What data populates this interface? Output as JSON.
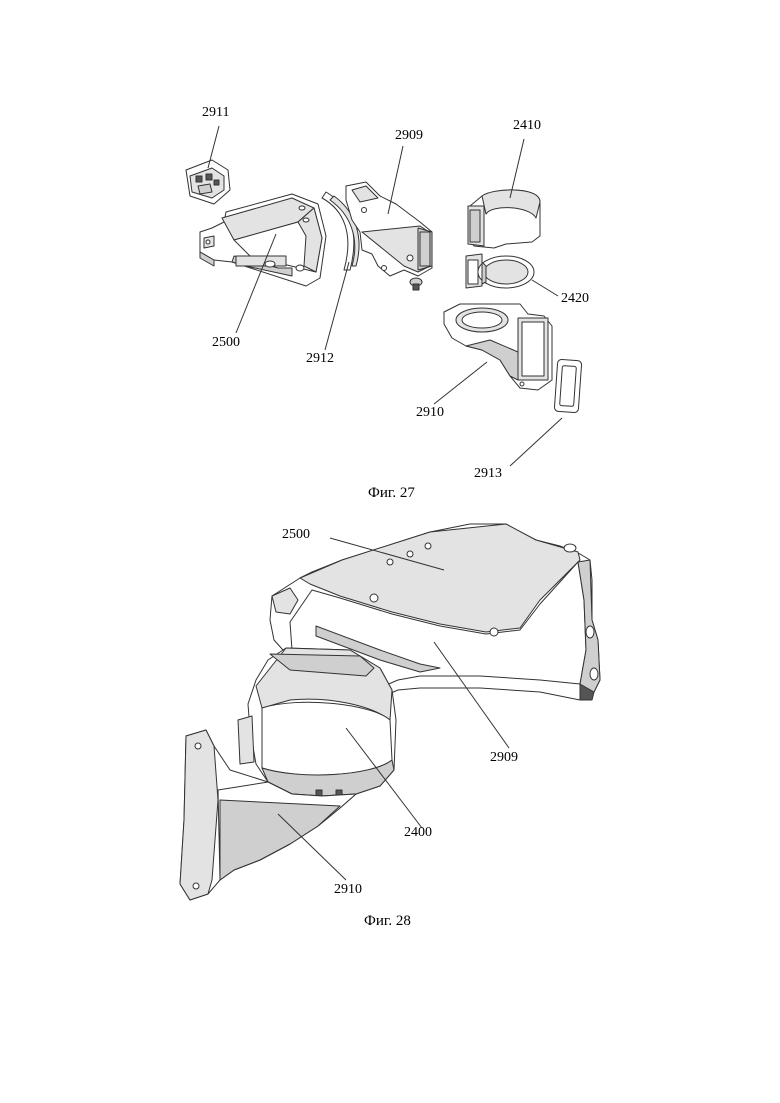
{
  "figures": [
    {
      "caption": "Фиг. 27",
      "labels": {
        "l2911": "2911",
        "l2909": "2909",
        "l2410": "2410",
        "l2420": "2420",
        "l2500": "2500",
        "l2912": "2912",
        "l2910": "2910",
        "l2913": "2913"
      }
    },
    {
      "caption": "Фиг. 28",
      "labels": {
        "l2500": "2500",
        "l2909": "2909",
        "l2400": "2400",
        "l2910": "2910"
      }
    }
  ]
}
